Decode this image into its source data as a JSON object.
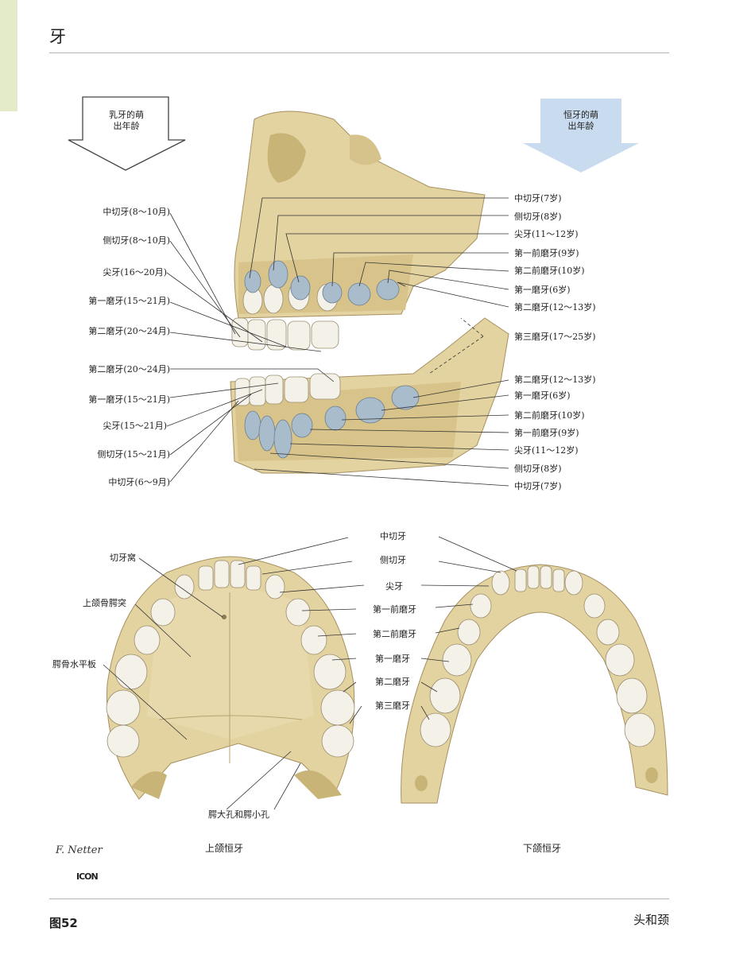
{
  "page": {
    "title": "牙",
    "figure_number": "图52",
    "section": "头和颈"
  },
  "arrows": {
    "deciduous": "乳牙的萌\n出年龄",
    "permanent": "恒牙的萌\n出年龄"
  },
  "left_labels": [
    "中切牙(8～10月)",
    "侧切牙(8～10月)",
    "尖牙(16～20月)",
    "第一磨牙(15～21月)",
    "第二磨牙(20～24月)",
    "第二磨牙(20～24月)",
    "第一磨牙(15～21月)",
    "尖牙(15～21月)",
    "侧切牙(15～21月)",
    "中切牙(6～9月)"
  ],
  "right_labels": [
    "中切牙(7岁)",
    "侧切牙(8岁)",
    "尖牙(11～12岁)",
    "第一前磨牙(9岁)",
    "第二前磨牙(10岁)",
    "第一磨牙(6岁)",
    "第二磨牙(12～13岁)",
    "第三磨牙(17～25岁)",
    "第二磨牙(12～13岁)",
    "第一磨牙(6岁)",
    "第二前磨牙(10岁)",
    "第一前磨牙(9岁)",
    "尖牙(11～12岁)",
    "侧切牙(8岁)",
    "中切牙(7岁)"
  ],
  "center_labels": [
    "中切牙",
    "侧切牙",
    "尖牙",
    "第一前磨牙",
    "第二前磨牙",
    "第一磨牙",
    "第二磨牙",
    "第三磨牙"
  ],
  "maxilla_labels": {
    "incisive_fossa": "切牙窝",
    "palatine_process": "上颌骨腭突",
    "horizontal_plate": "腭骨水平板",
    "foramina": "腭大孔和腭小孔"
  },
  "captions": {
    "upper": "上颌恒牙",
    "lower": "下颌恒牙"
  },
  "signature": "F. Netter",
  "logo": "ICON",
  "colors": {
    "bone": "#e3d3a0",
    "bone_dark": "#c9b478",
    "tooth": "#f4f1e8",
    "unerupted": "#a9bccb",
    "arrow_fill": "#c9dcef",
    "tab": "#e4ebc9"
  }
}
